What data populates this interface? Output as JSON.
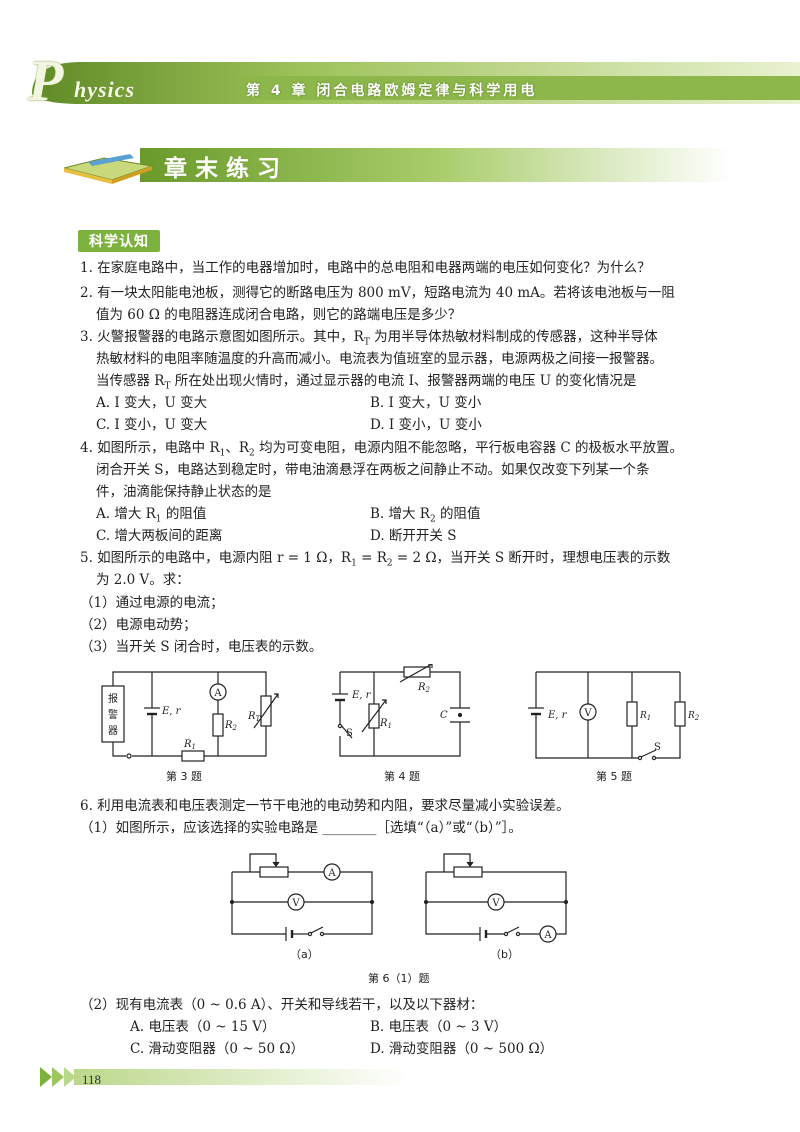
{
  "header": {
    "logo_letter": "P",
    "logo_rest": "hysics",
    "chapter": "第 4 章   闭合电路欧姆定律与科学用电"
  },
  "section_title": "章末练习",
  "badge": "科学认知",
  "lines": [
    "1. 在家庭电路中，当工作的电器增加时，电路中的总电阻和电器两端的电压如何变化？为什么？",
    "2. 有一块太阳能电池板，测得它的断路电压为 800 mV，短路电流为 40 mA。若将该电池板与一阻",
    "值为 60 Ω 的电阻器连成闭合电路，则它的路端电压是多少？",
    "3. 火警报警器的电路示意图如图所示。其中，R",
    "热敏材料的电阻率随温度的升高而减小。电流表为值班室的显示器，电源两极之间接一报警器。",
    "当传感器 R",
    "4. 如图所示，电路中 R",
    "闭合开关 S，电路达到稳定时，带电油滴悬浮在两板之间静止不动。如果仅改变下列某一个条",
    "件，油滴能保持静止状态的是",
    "5. 如图所示的电路中，电源内阻 r = 1 Ω，R",
    "为 2.0 V。求：",
    "（1）通过电源的电流；",
    "（2）电源电动势；",
    "（3）当开关 S 闭合时，电压表的示数。",
    "6. 利用电流表和电压表测定一节干电池的电动势和内阻，要求尽量减小实验误差。",
    "（1）如图所示，应该选择的实验电路是 ________［选填“（a）”或“（b）”］。",
    "（2）现有电流表（0 ~ 0.6 A）、开关和导线若干，以及以下器材："
  ],
  "line_parts": {
    "q3a_sub": "T",
    "q3a_rest": " 为用半导体热敏材料制成的传感器，这种半导体",
    "q3c_sub": "T",
    "q3c_rest": " 所在处出现火情时，通过显示器的电流 I、报警器两端的电压 U 的变化情况是",
    "q4a_sub1": "1",
    "q4a_mid": "、R",
    "q4a_sub2": "2",
    "q4a_rest": " 均为可变电阻，电源内阻不能忽略，平行板电容器 C 的极板水平放置。",
    "q5a_sub1": "1",
    "q5a_mid": " = R",
    "q5a_sub2": "2",
    "q5a_rest": " = 2 Ω，当开关 S 断开时，理想电压表的示数"
  },
  "options": {
    "q3": [
      "A. I 变大，U 变大",
      "B. I 变大，U 变小",
      "C. I 变小，U 变大",
      "D. I 变小，U 变小"
    ],
    "q4": [
      "A. 增大 R",
      "B. 增大 R",
      "C. 增大两板间的距离",
      "D. 断开开关 S"
    ],
    "q4_sub": [
      "1",
      "2"
    ],
    "q4_tail": [
      " 的阻值",
      " 的阻值"
    ],
    "q6": [
      "A. 电压表（0 ~ 15 V）",
      "B. 电压表（0 ~ 3 V）",
      "C. 滑动变阻器（0 ~ 50 Ω）",
      "D. 滑动变阻器（0 ~ 500 Ω）"
    ]
  },
  "figures": {
    "fig3": {
      "caption": "第 3 题",
      "alarm": [
        "报",
        "警",
        "器"
      ],
      "emf": "E, r",
      "meter": "A",
      "r1": "R",
      "r1_sub": "1",
      "r2": "R",
      "r2_sub": "2",
      "rt": "R",
      "rt_sub": "T"
    },
    "fig4": {
      "caption": "第 4 题",
      "emf": "E, r",
      "r2": "R",
      "r2_sub": "2",
      "r1": "R",
      "r1_sub": "1",
      "cap": "C",
      "switch": "S"
    },
    "fig5": {
      "caption": "第 5 题",
      "emf": "E, r",
      "meter": "V",
      "r1": "R",
      "r1_sub": "1",
      "r2": "R",
      "r2_sub": "2",
      "switch": "S"
    },
    "fig6": {
      "caption": "第 6（1）题",
      "a_label": "（a）",
      "b_label": "（b）",
      "ammeter": "A",
      "voltmeter": "V"
    }
  },
  "page_number": "118",
  "colors": {
    "accent_green": "#7db23f",
    "light_green": "#d7e8a8"
  }
}
